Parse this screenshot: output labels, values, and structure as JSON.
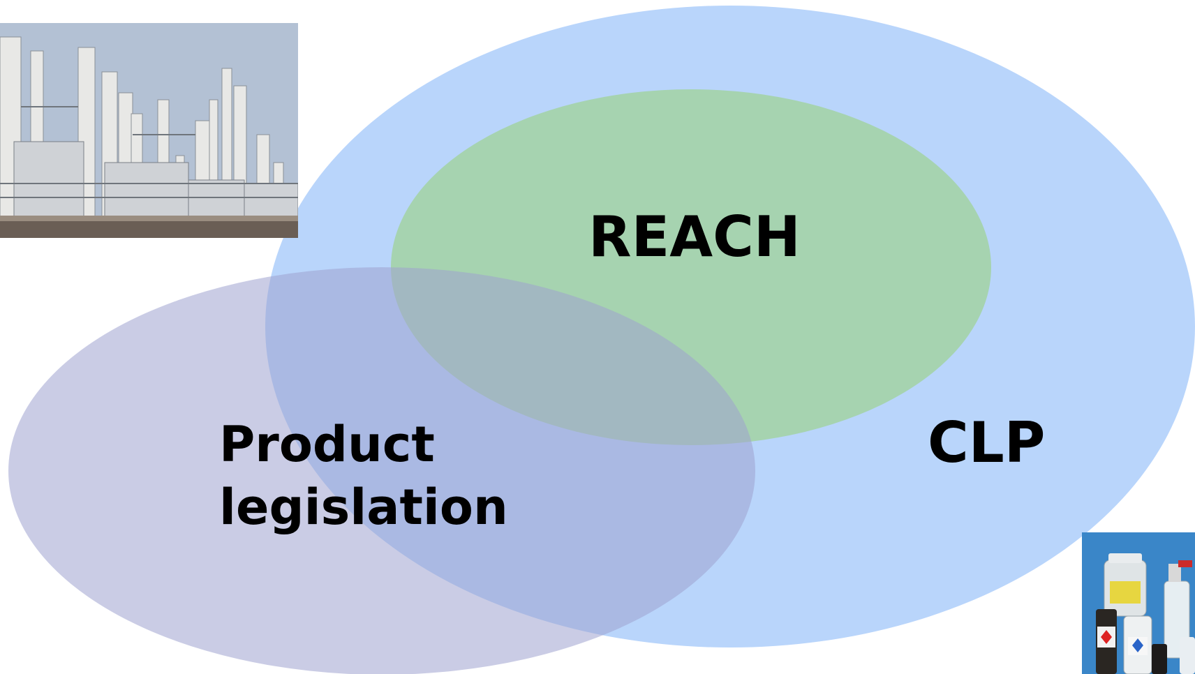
{
  "diagram": {
    "sets": [
      {
        "id": "clp",
        "label": "CLP",
        "color": "#b9d5fb"
      },
      {
        "id": "reach",
        "label": "REACH",
        "color": "#a6d3b0"
      },
      {
        "id": "product",
        "label_lines": [
          "Product",
          "legislation"
        ],
        "color": "#b4b7da"
      }
    ],
    "images": [
      {
        "name": "refinery-photo",
        "depicts": "industrial refinery plant with towers and pipes"
      },
      {
        "name": "chemical-bottles-photo",
        "depicts": "chemical containers with hazard labels on blue background"
      }
    ]
  }
}
